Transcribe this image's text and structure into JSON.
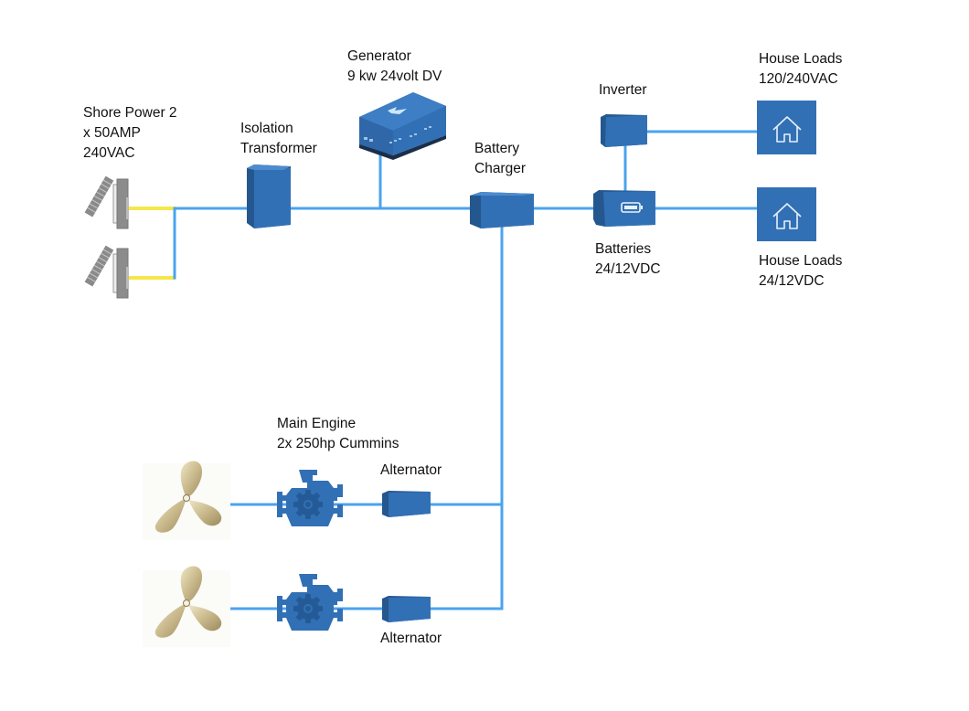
{
  "colors": {
    "wire_blue": "#4aa3ef",
    "wire_yellow": "#f5e74a",
    "device_front": "#3270b5",
    "device_side": "#25578f",
    "device_top": "#3d7ec4",
    "house_tile": "#3270b5",
    "plug_gray": "#8c8c8c",
    "brass": "#cdbf96"
  },
  "components": {
    "shore_power": {
      "lines": [
        "Shore Power 2",
        "x 50AMP",
        "240VAC"
      ],
      "icon": "shore-power-plug-icon",
      "count": 2
    },
    "isolation_transformer": {
      "lines": [
        "Isolation",
        "Transformer"
      ],
      "icon": "transformer-box-icon"
    },
    "generator": {
      "lines": [
        "Generator",
        "9 kw 24volt DV"
      ],
      "icon": "generator-icon"
    },
    "battery_charger": {
      "lines": [
        "Battery",
        "Charger"
      ],
      "icon": "charger-box-icon"
    },
    "inverter": {
      "lines": [
        "Inverter"
      ],
      "icon": "inverter-box-icon"
    },
    "batteries": {
      "lines": [
        "Batteries",
        "24/12VDC"
      ],
      "icon": "battery-icon"
    },
    "house_loads_ac": {
      "lines": [
        "House Loads",
        "120/240VAC"
      ],
      "icon": "house-icon"
    },
    "house_loads_dc": {
      "lines": [
        "House Loads",
        "24/12VDC"
      ],
      "icon": "house-icon"
    },
    "main_engine": {
      "lines": [
        "Main Engine",
        "2x 250hp Cummins"
      ],
      "icon": "engine-icon",
      "count": 2
    },
    "alternator_1": {
      "lines": [
        "Alternator"
      ],
      "icon": "alternator-box-icon"
    },
    "alternator_2": {
      "lines": [
        "Alternator"
      ],
      "icon": "alternator-box-icon"
    },
    "propeller": {
      "icon": "propeller-icon",
      "count": 2
    }
  },
  "connections": [
    [
      "shore_power",
      "isolation_transformer"
    ],
    [
      "isolation_transformer",
      "battery_charger"
    ],
    [
      "generator",
      "battery_charger"
    ],
    [
      "battery_charger",
      "batteries"
    ],
    [
      "batteries",
      "inverter"
    ],
    [
      "inverter",
      "house_loads_ac"
    ],
    [
      "batteries",
      "house_loads_dc"
    ],
    [
      "propeller",
      "main_engine"
    ],
    [
      "main_engine",
      "alternator_1"
    ],
    [
      "main_engine",
      "alternator_2"
    ],
    [
      "alternator_1",
      "battery_charger"
    ],
    [
      "alternator_2",
      "battery_charger"
    ]
  ]
}
